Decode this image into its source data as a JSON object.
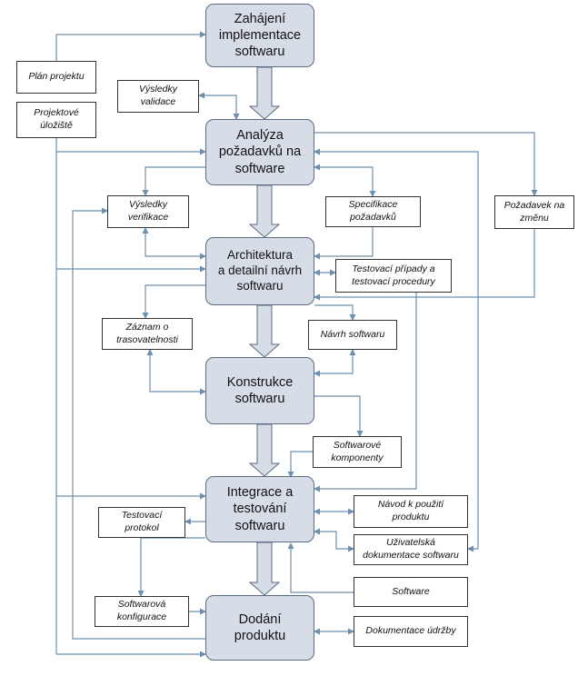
{
  "phases": {
    "zahajeni": "Zahájení\nimplementace\nsoftwaru",
    "analyza": "Analýza\npožadavků na\nsoftware",
    "architektura": "Architektura\na detailní návrh\nsoftwaru",
    "konstrukce": "Konstrukce\nsoftwaru",
    "integrace": "Integrace a\ntestování\nsoftwaru",
    "dodani": "Dodání\nproduktu"
  },
  "documents": {
    "plan_projektu": "Plán projektu",
    "projektove_uloziste": "Projektové\núložiště",
    "vysledky_validace": "Výsledky\nvalidace",
    "vysledky_verifikace": "Výsledky\nverifikace",
    "specifikace_pozadavku": "Specifikace\npožadavků",
    "pozadavek_na_zmenu": "Požadavek na\nzměnu",
    "testovaci_pripady": "Testovací případy a\ntestovací procedury",
    "zaznam_trasovatelnosti": "Záznam o\ntrasovatelnosti",
    "navrh_softwaru": "Návrh softwaru",
    "softwarove_komponenty": "Softwarové\nkomponenty",
    "testovaci_protokol": "Testovací\nprotokol",
    "navod_k_pouziti": "Návod k použití\nproduktu",
    "uzivatelska_dokumentace": "Uživatelská\ndokumentace softwaru",
    "softwarova_konfigurace": "Softwarová\nkonfigurace",
    "software": "Software",
    "dokumentace_udrzby": "Dokumentace údržby"
  },
  "colors": {
    "phase_fill": "#d7dde6",
    "phase_border": "#5a6a80",
    "connector": "#6e8fae",
    "flow_arrow_fill": "#d7dde6",
    "flow_arrow_border": "#5a6a80"
  }
}
